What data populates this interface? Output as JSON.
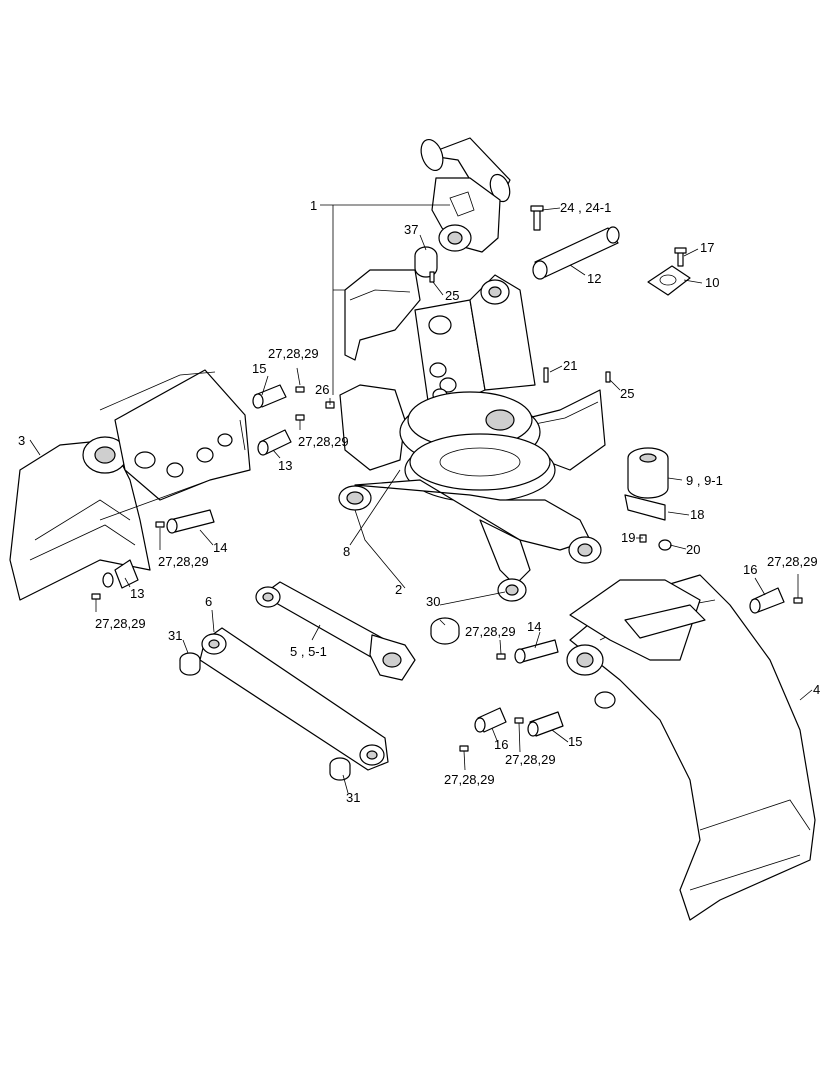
{
  "labels": {
    "l1": "1",
    "l2": "2",
    "l3": "3",
    "l4": "4",
    "l5": "5 , 5-1",
    "l6": "6",
    "l8": "8",
    "l9": "9 , 9-1",
    "l10": "10",
    "l12": "12",
    "l13a": "13",
    "l13b": "13",
    "l14a": "14",
    "l14b": "14",
    "l15a": "15",
    "l15b": "15",
    "l16a": "16",
    "l16b": "16",
    "l17": "17",
    "l18": "18",
    "l19": "19",
    "l20": "20",
    "l21": "21",
    "l24": "24 , 24-1",
    "l25a": "25",
    "l25b": "25",
    "l26": "26",
    "l27a": "27,28,29",
    "l27b": "27,28,29",
    "l27c": "27,28,29",
    "l27d": "27,28,29",
    "l27e": "27,28,29",
    "l27f": "27,28,29",
    "l27g": "27,28,29",
    "l27h": "27,28,29",
    "l30": "30",
    "l31a": "31",
    "l31b": "31",
    "l37": "37"
  }
}
